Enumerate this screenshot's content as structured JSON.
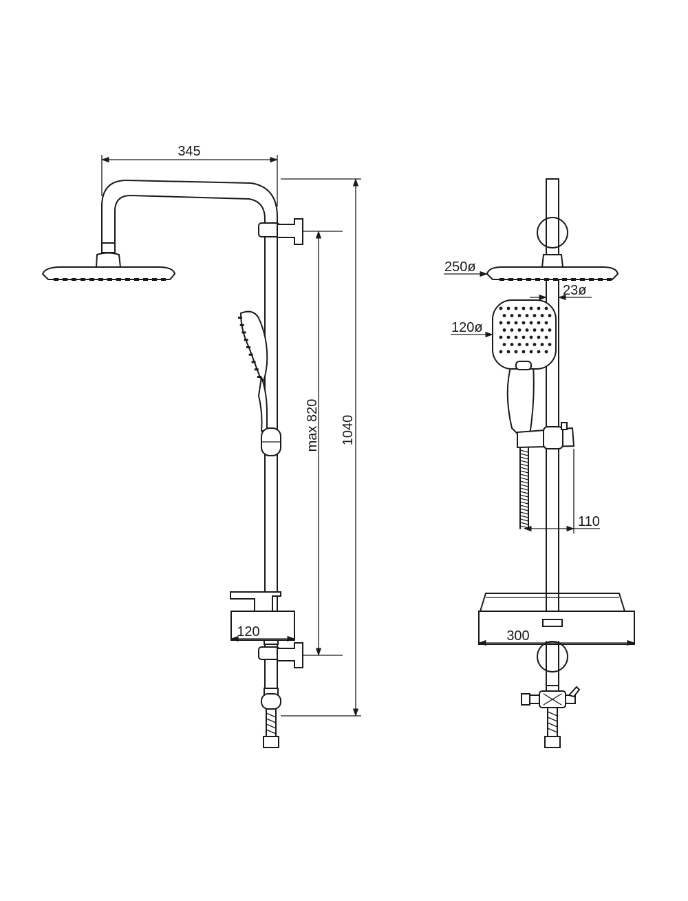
{
  "side_view": {
    "dim_arm_length": "345",
    "dim_slider_range": "max 820",
    "dim_total_height": "1040",
    "dim_mixer_depth": "120"
  },
  "front_view": {
    "dim_head_diameter": "250ø",
    "dim_pipe_diameter": "23ø",
    "dim_hand_shower_diameter": "120ø",
    "dim_hose_offset": "110",
    "dim_shelf_width": "300"
  }
}
